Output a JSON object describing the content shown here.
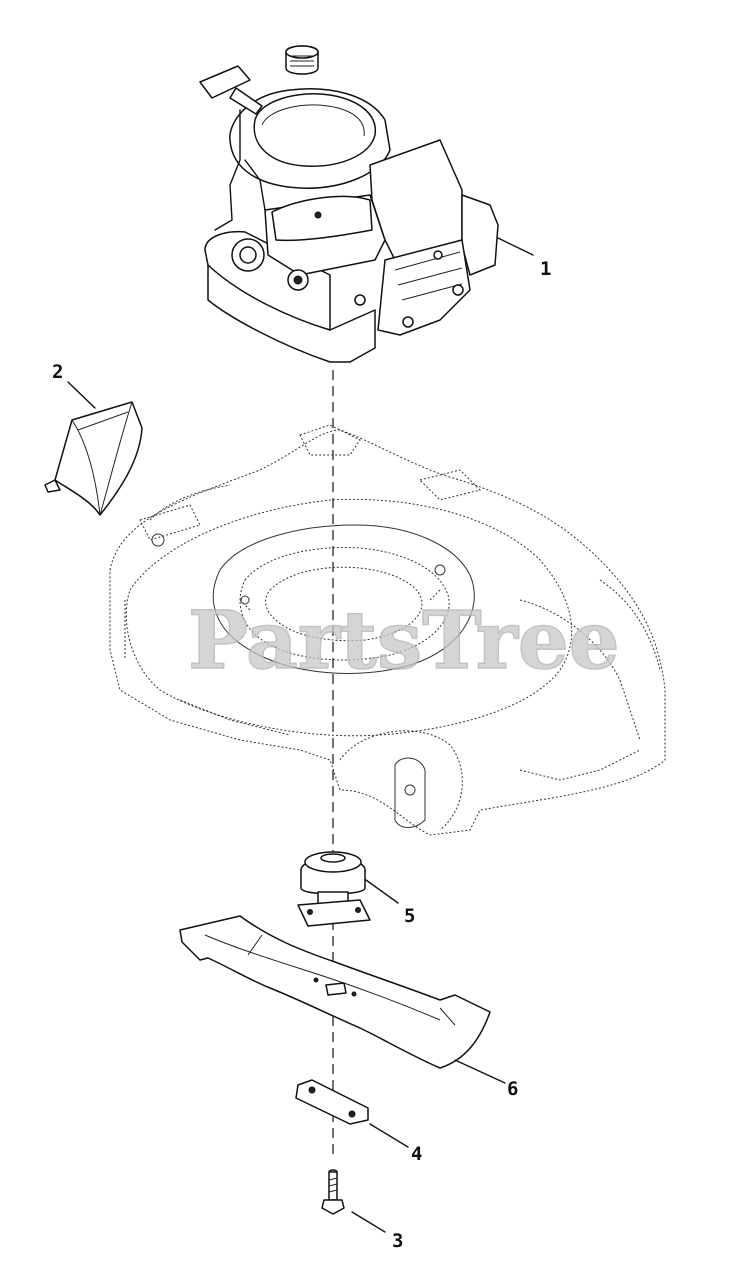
{
  "watermark": {
    "text": "PartsTree"
  },
  "callouts": [
    {
      "id": "1",
      "label": "1"
    },
    {
      "id": "2",
      "label": "2"
    },
    {
      "id": "3",
      "label": "3"
    },
    {
      "id": "4",
      "label": "4"
    },
    {
      "id": "5",
      "label": "5"
    },
    {
      "id": "6",
      "label": "6"
    }
  ],
  "colors": {
    "line": "#111111",
    "watermark": "#c8c8c8",
    "background": "#ffffff"
  }
}
